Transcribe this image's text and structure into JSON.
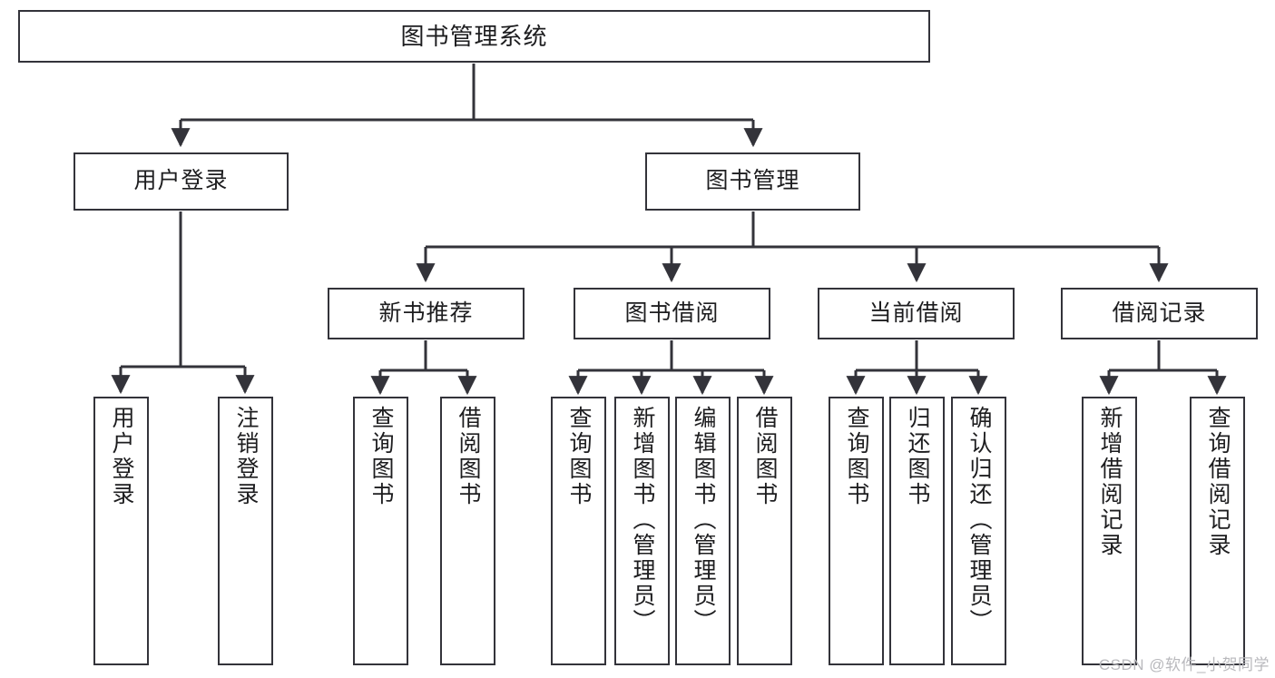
{
  "diagram": {
    "title": "图书管理系统",
    "type": "tree-hierarchy-diagram",
    "colors": {
      "box_border": "#33333a",
      "box_fill": "#ffffff",
      "edge": "#33333a",
      "text": "#1d1d1f",
      "watermark": "#b9b9bd",
      "background": "#ffffff"
    },
    "root": {
      "label": "图书管理系统"
    },
    "level2": [
      {
        "label": "用户登录"
      },
      {
        "label": "图书管理"
      }
    ],
    "level3": [
      {
        "label": "新书推荐"
      },
      {
        "label": "图书借阅"
      },
      {
        "label": "当前借阅"
      },
      {
        "label": "借阅记录"
      }
    ],
    "leaves": {
      "user_login": [
        {
          "label": "用户登录"
        },
        {
          "label": "注销登录"
        }
      ],
      "new_book_recommend": [
        {
          "label": "查询图书"
        },
        {
          "label": "借阅图书"
        }
      ],
      "book_borrow": [
        {
          "label": "查询图书"
        },
        {
          "label": "新增图书（管理员）"
        },
        {
          "label": "编辑图书（管理员）"
        },
        {
          "label": "借阅图书"
        }
      ],
      "current_borrow": [
        {
          "label": "查询图书"
        },
        {
          "label": "归还图书"
        },
        {
          "label": "确认归还（管理员）"
        }
      ],
      "borrow_record": [
        {
          "label": "新增借阅记录"
        },
        {
          "label": "查询借阅记录"
        }
      ]
    }
  },
  "watermark": {
    "text": "CSDN @软件_小贺同学"
  }
}
